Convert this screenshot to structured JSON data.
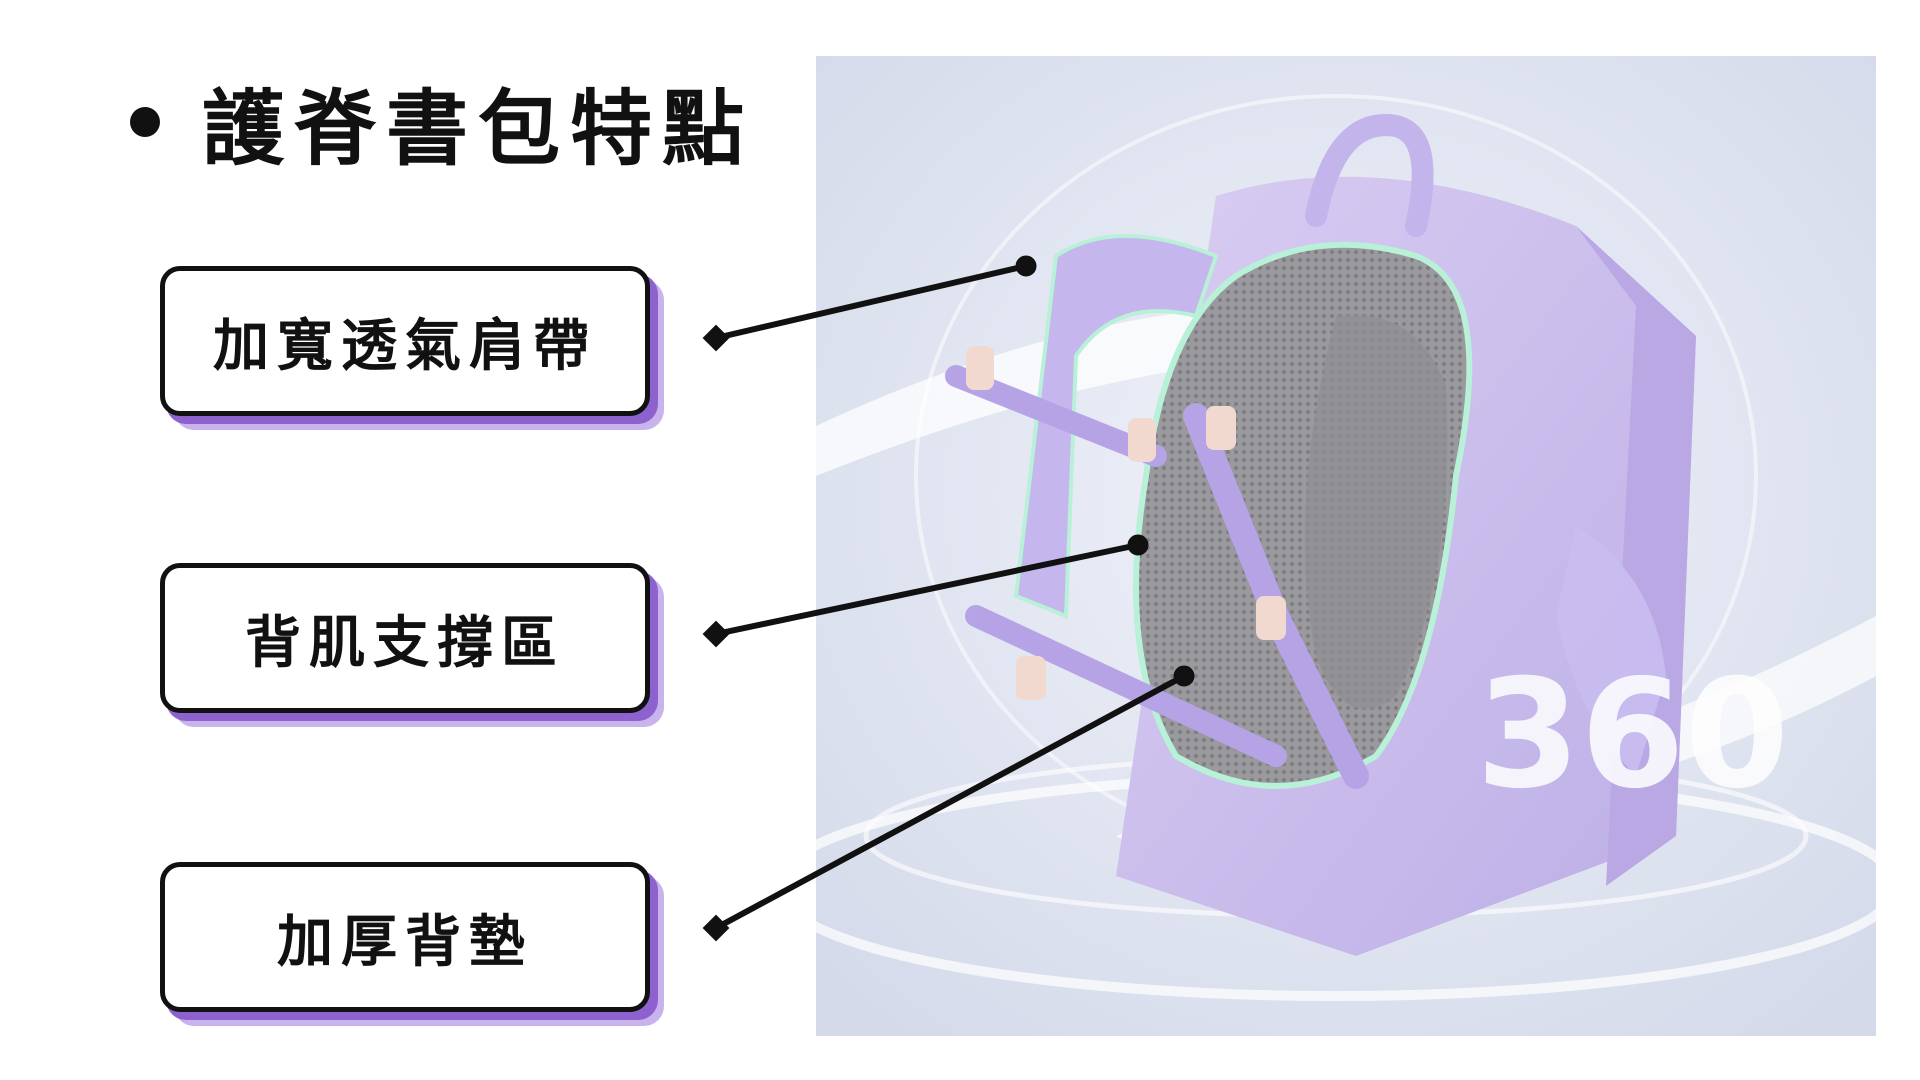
{
  "title": "護脊書包特點",
  "labels": [
    {
      "text": "加寬透氣肩帶"
    },
    {
      "text": "背肌支撐區"
    },
    {
      "text": "加厚背墊"
    }
  ],
  "image": {
    "subject": "purple-school-backpack-rear-view",
    "watermark_text": "360"
  },
  "colors": {
    "accent_purple": "#8d62cf",
    "accent_light_purple": "#c9b3ec",
    "text": "#111111",
    "background": "#ffffff"
  }
}
